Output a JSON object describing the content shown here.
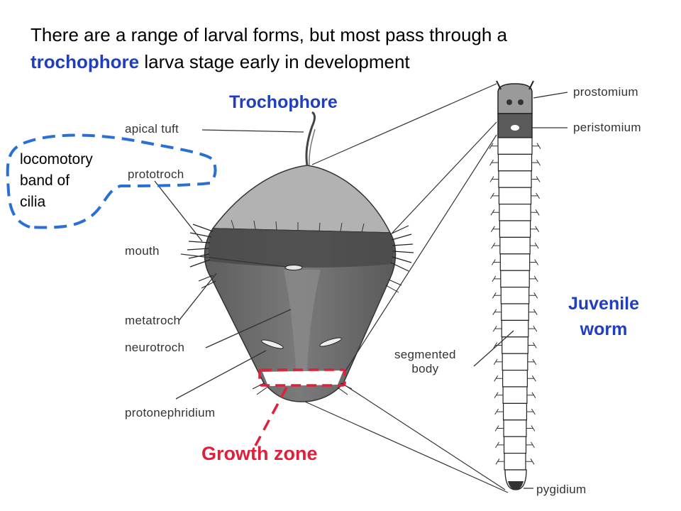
{
  "title": {
    "line1": "There are a range of larval forms, but most pass through a",
    "keyword": "trochophore",
    "line2_rest": " larva stage early in development"
  },
  "headings": {
    "trochophore": "Trochophore",
    "juvenile_line1": "Juvenile",
    "juvenile_line2": "worm",
    "growth_zone": "Growth zone"
  },
  "annotation": {
    "line1": "locomotory",
    "line2": "band of",
    "line3": "cilia"
  },
  "larva_labels": {
    "apical_tuft": "apical tuft",
    "prototroch": "prototroch",
    "mouth": "mouth",
    "metatroch": "metatroch",
    "neurotroch": "neurotroch",
    "protonephridium": "protonephridium"
  },
  "worm_labels": {
    "prostomium": "prostomium",
    "peristomium": "peristomium",
    "segmented_line1": "segmented",
    "segmented_line2": "body",
    "pygidium": "pygidium"
  },
  "colors": {
    "blue_accent": "#1f3fbf",
    "red_accent": "#e0203a",
    "dashed_blue": "#2a6fd6"
  }
}
